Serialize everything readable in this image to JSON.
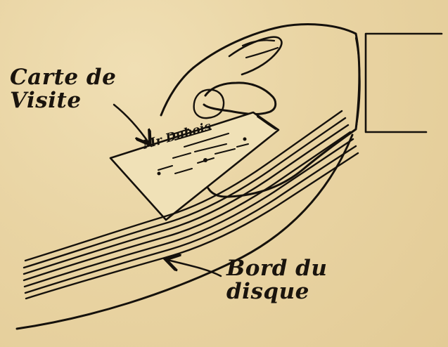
{
  "labels": {
    "card": "Carte de\nVisite",
    "disc_edge": "Bord du\ndisque"
  },
  "card_text": "Mr Dubois",
  "colors": {
    "paper": "#ead7a8",
    "ink": "#15110c"
  }
}
